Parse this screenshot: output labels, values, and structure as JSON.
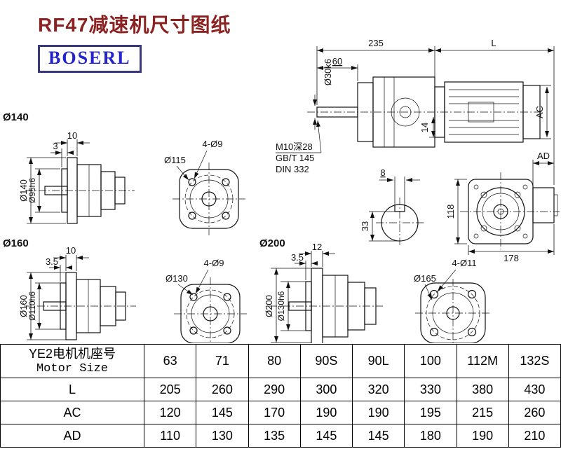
{
  "page": {
    "title": "RF47减速机尺寸图纸",
    "logo": "BOSERL"
  },
  "side_view": {
    "dim_235": "235",
    "dim_l": "L",
    "dim_60": "60",
    "shaft_dia": "Ø30k6",
    "dim_ac": "AC",
    "dim_14": "14",
    "thread_note_1": "M10深28",
    "thread_note_2": "GB/T 145",
    "thread_note_3": "DIN 332"
  },
  "shaft_end": {
    "dim_8": "8",
    "dim_33": "33"
  },
  "rear_view": {
    "dim_ad": "AD",
    "dim_118": "118",
    "dim_178": "178"
  },
  "flange_140": {
    "label": "Ø140",
    "dim_10": "10",
    "dim_3": "3",
    "dim_od": "Ø140",
    "dim_pilot": "Ø95h6",
    "holes": "4-Ø9",
    "bolt_circle": "Ø115"
  },
  "flange_160": {
    "label": "Ø160",
    "dim_10": "10",
    "dim_3_5": "3.5",
    "dim_od": "Ø160",
    "dim_pilot": "Ø110h6",
    "holes": "4-Ø9",
    "bolt_circle": "Ø130"
  },
  "flange_200": {
    "label": "Ø200",
    "dim_12": "12",
    "dim_3_5": "3.5",
    "dim_od": "Ø200",
    "dim_pilot": "Ø130h6",
    "holes": "4-Ø11",
    "bolt_circle": "Ø165"
  },
  "table": {
    "header": {
      "line1": "YE2电机机座号",
      "line2": "Motor Size"
    },
    "sizes": [
      "63",
      "71",
      "80",
      "90S",
      "90L",
      "100",
      "112M",
      "132S"
    ],
    "rows": [
      {
        "label": "L",
        "values": [
          "205",
          "260",
          "290",
          "300",
          "320",
          "330",
          "380",
          "430"
        ]
      },
      {
        "label": "AC",
        "values": [
          "120",
          "145",
          "170",
          "190",
          "190",
          "195",
          "215",
          "260"
        ]
      },
      {
        "label": "AD",
        "values": [
          "110",
          "130",
          "135",
          "145",
          "145",
          "180",
          "190",
          "210"
        ]
      }
    ]
  }
}
